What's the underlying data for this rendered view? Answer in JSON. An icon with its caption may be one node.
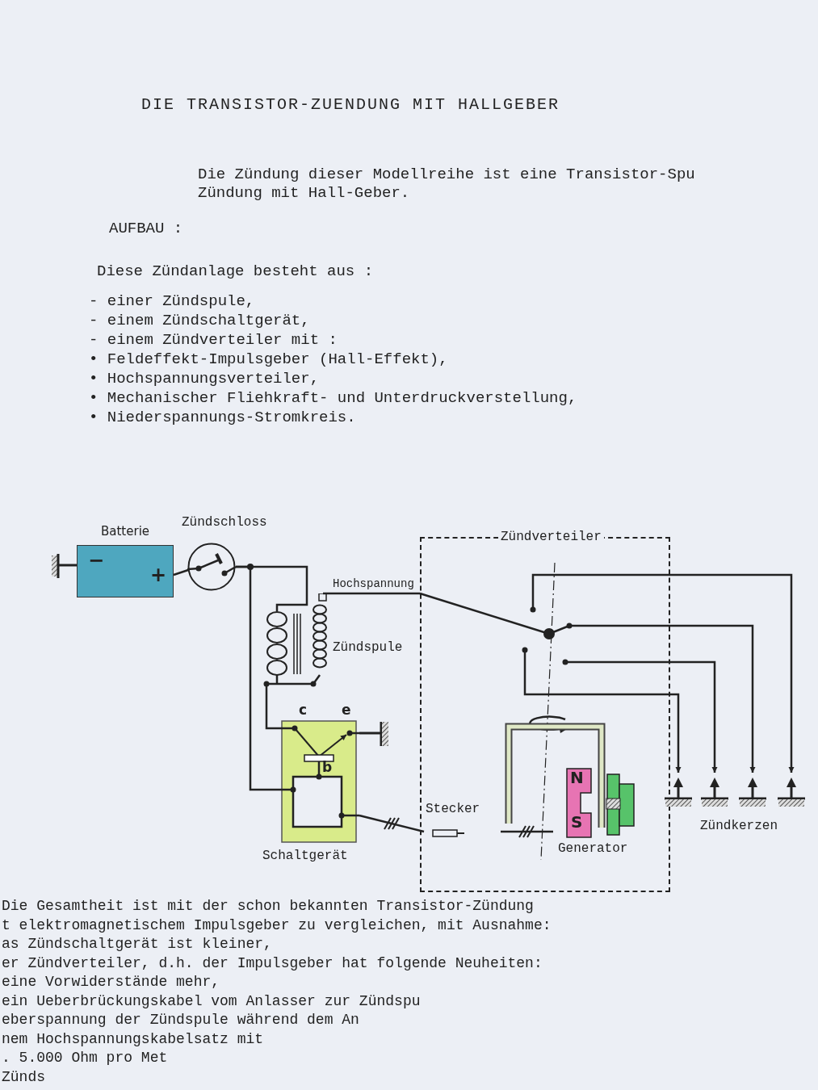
{
  "diagram": {
    "title": "DIE TRANSISTOR-ZUENDUNG MIT HALLGEBER",
    "nodes": [
      {
        "text": [
          "Batterie"
        ]
      },
      {
        "text": [
          "Zündschloss"
        ]
      },
      {
        "text": [
          "Zündspule"
        ]
      },
      {
        "text": [
          "Schaltgerät"
        ]
      },
      {
        "text": [
          "Zündverteiler"
        ]
      },
      {
        "text": [
          "Stecker"
        ],
        "in": 4
      },
      {
        "text": [
          "Generator"
        ],
        "in": 4
      },
      {
        "text": [
          "Zündkerzen"
        ]
      },
      {
        "text": [],
        "shape": "picture",
        "in": 7
      },
      {
        "text": [],
        "shape": "picture",
        "in": 7
      },
      {
        "text": [],
        "shape": "picture",
        "in": 7
      },
      {
        "text": [],
        "shape": "picture",
        "in": 7
      }
    ],
    "edges": [
      {
        "from": 0,
        "to": 1,
        "arrow": "none"
      },
      {
        "from": 1,
        "to": 2,
        "arrow": "none"
      },
      {
        "from": 1,
        "to": 3,
        "arrow": "none"
      },
      {
        "from": 2,
        "to": 3,
        "arrow": "none"
      },
      {
        "from": 2,
        "to": 4,
        "arrow": "none",
        "label": "Hochspannung"
      },
      {
        "from": 3,
        "to": 5,
        "arrow": "none"
      },
      {
        "from": 5,
        "to": 6,
        "arrow": "none"
      },
      {
        "from": 4,
        "to": 8,
        "arrow": "to"
      },
      {
        "from": 4,
        "to": 9,
        "arrow": "to"
      },
      {
        "from": 4,
        "to": 10,
        "arrow": "to"
      },
      {
        "from": 4,
        "to": 11,
        "arrow": "to"
      }
    ],
    "labels": [
      "Die Zündung dieser Modellreihe ist eine Transistor-Spu Zündung mit Hall-Geber.",
      "AUFBAU :",
      "Diese Zündanlage besteht aus :",
      "- einer Zündspule,",
      "- einem Zündschaltgerät,",
      "- einem Zündverteiler mit :",
      "• Feldeffekt-Impulsgeber (Hall-Effekt),",
      "• Hochspannungsverteiler,",
      "• Mechanischer Fliehkraft- und Unterdruckverstellung,",
      "• Niederspannungs-Stromkreis.",
      "−",
      "+",
      "c",
      "e",
      "b",
      "N",
      "S",
      "Die Gesamtheit ist mit der schon bekannten Transistor-Zündung",
      "t elektromagnetischem Impulsgeber zu vergleichen, mit Ausnahme:",
      "as Zündschaltgerät ist kleiner,",
      "er Zündverteiler, d.h. der Impulsgeber hat folgende Neuheiten:",
      "eine Vorwiderstände mehr,",
      "ein Ueberbrückungskabel vom Anlasser zur Zündspu",
      "eberspannung der Zündspule während dem An",
      "nem Hochspannungskabelsatz mit",
      ". 5.000 Ohm pro Met",
      "Zünds"
    ]
  }
}
